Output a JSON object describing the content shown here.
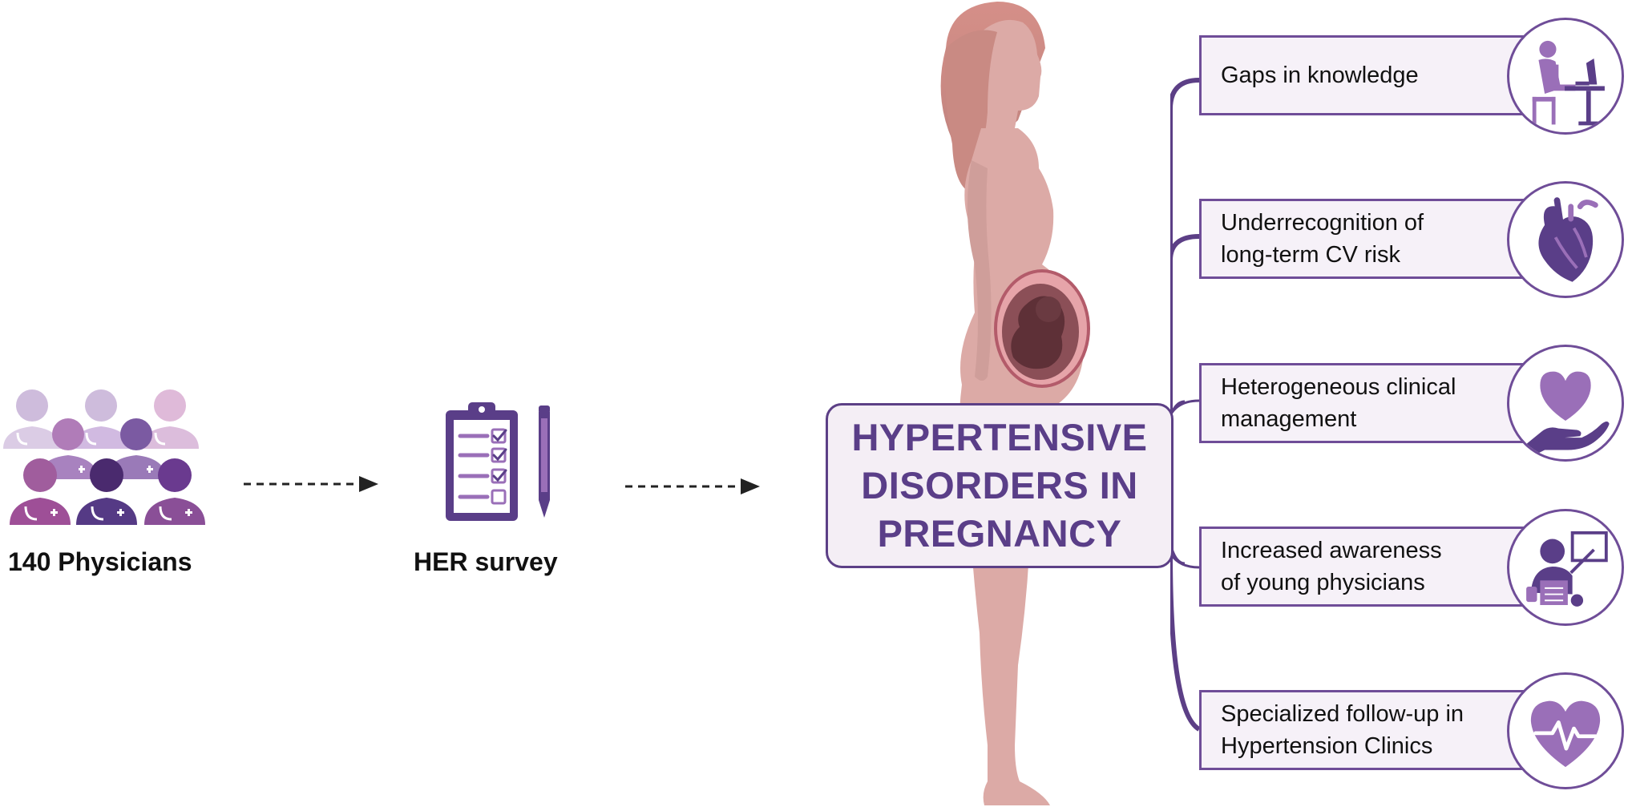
{
  "physicians_label": "140 Physicians",
  "survey_label": "HER survey",
  "title_lines": [
    "HYPERTENSIVE",
    "DISORDERS IN",
    "PREGNANCY"
  ],
  "findings": [
    {
      "lines": [
        "Gaps in knowledge"
      ],
      "icon": "person-at-desk-icon"
    },
    {
      "lines": [
        "Underrecognition of",
        "long-term CV risk"
      ],
      "icon": "heart-organ-icon"
    },
    {
      "lines": [
        "Heterogeneous clinical",
        "management"
      ],
      "icon": "heart-in-hand-icon"
    },
    {
      "lines": [
        "Increased awareness",
        "of young physicians"
      ],
      "icon": "teacher-board-icon"
    },
    {
      "lines": [
        "Specialized follow-up in",
        "Hypertension Clinics"
      ],
      "icon": "heart-pulse-icon"
    }
  ],
  "colors": {
    "primary": "#5a3e88",
    "light_purple": "#9a6fb8",
    "box_fill": "#f4eef5",
    "skin": "#d9a9a6",
    "hair": "#c28580"
  }
}
